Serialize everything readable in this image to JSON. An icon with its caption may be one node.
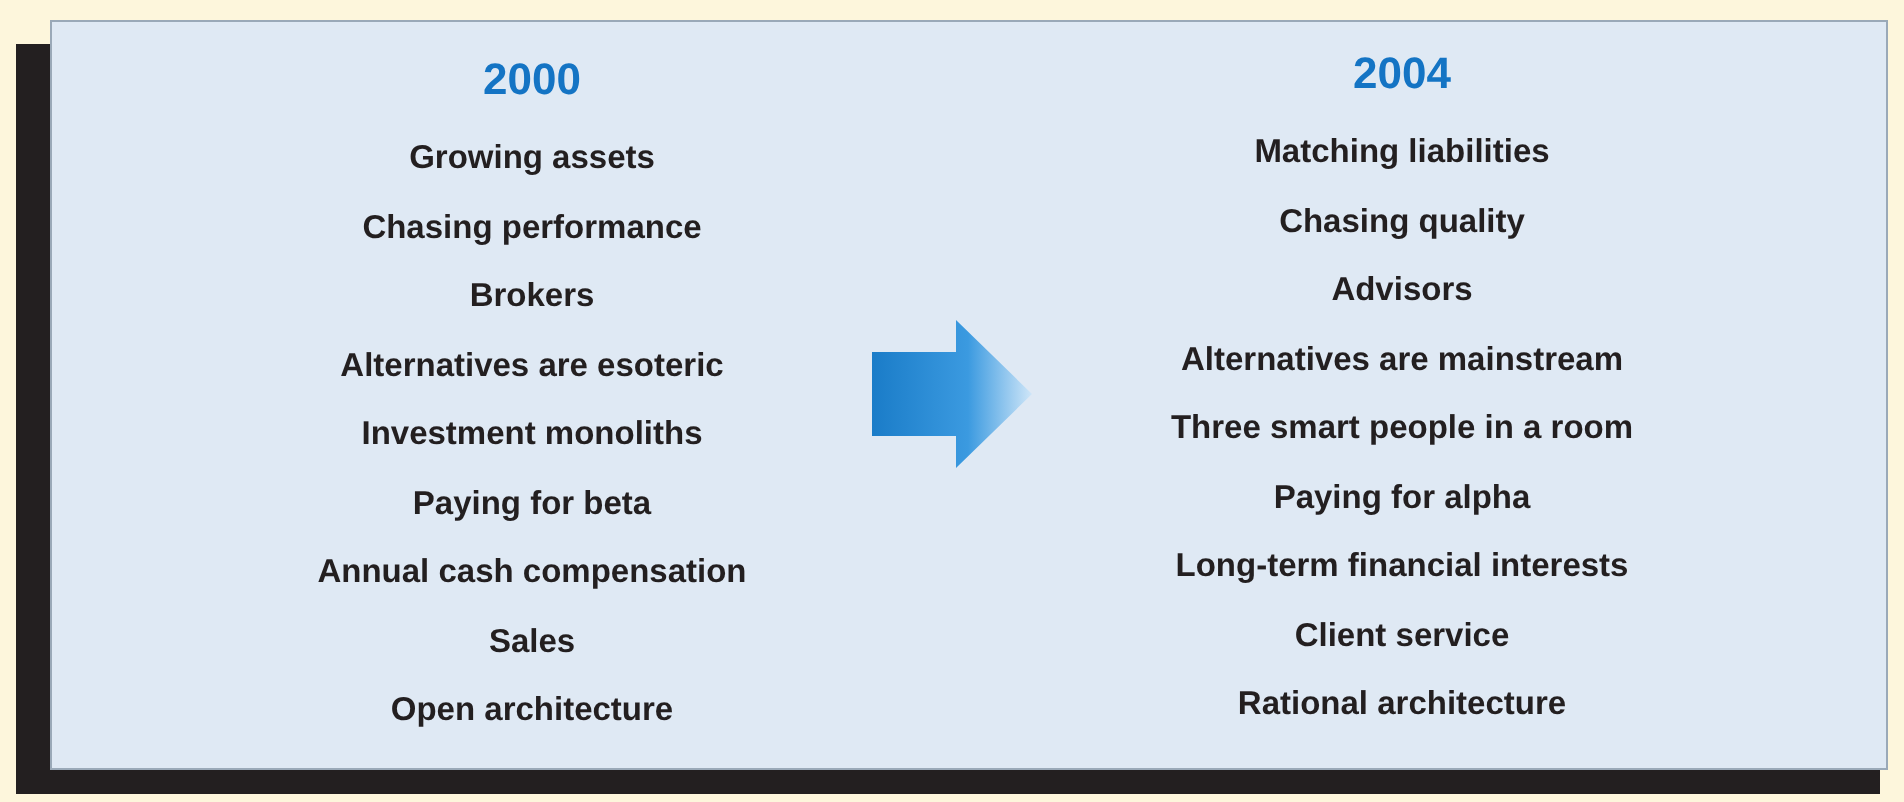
{
  "diagram": {
    "nodes": [
      {
        "text": [
          "2000",
          "Growing assets",
          "Chasing performance",
          "Brokers",
          "Alternatives are esoteric",
          "Investment monoliths",
          "Paying for beta",
          "Annual cash compensation",
          "Sales",
          "Open architecture"
        ]
      },
      {
        "text": [
          "2004",
          "Matching liabilities",
          "Chasing quality",
          "Advisors",
          "Alternatives are mainstream",
          "Three smart people in a room",
          "Paying for alpha",
          "Long-term financial interests",
          "Client service",
          "Rational architecture"
        ]
      }
    ],
    "edges": [
      {
        "from": 0,
        "to": 1,
        "arrow": "to"
      }
    ]
  }
}
